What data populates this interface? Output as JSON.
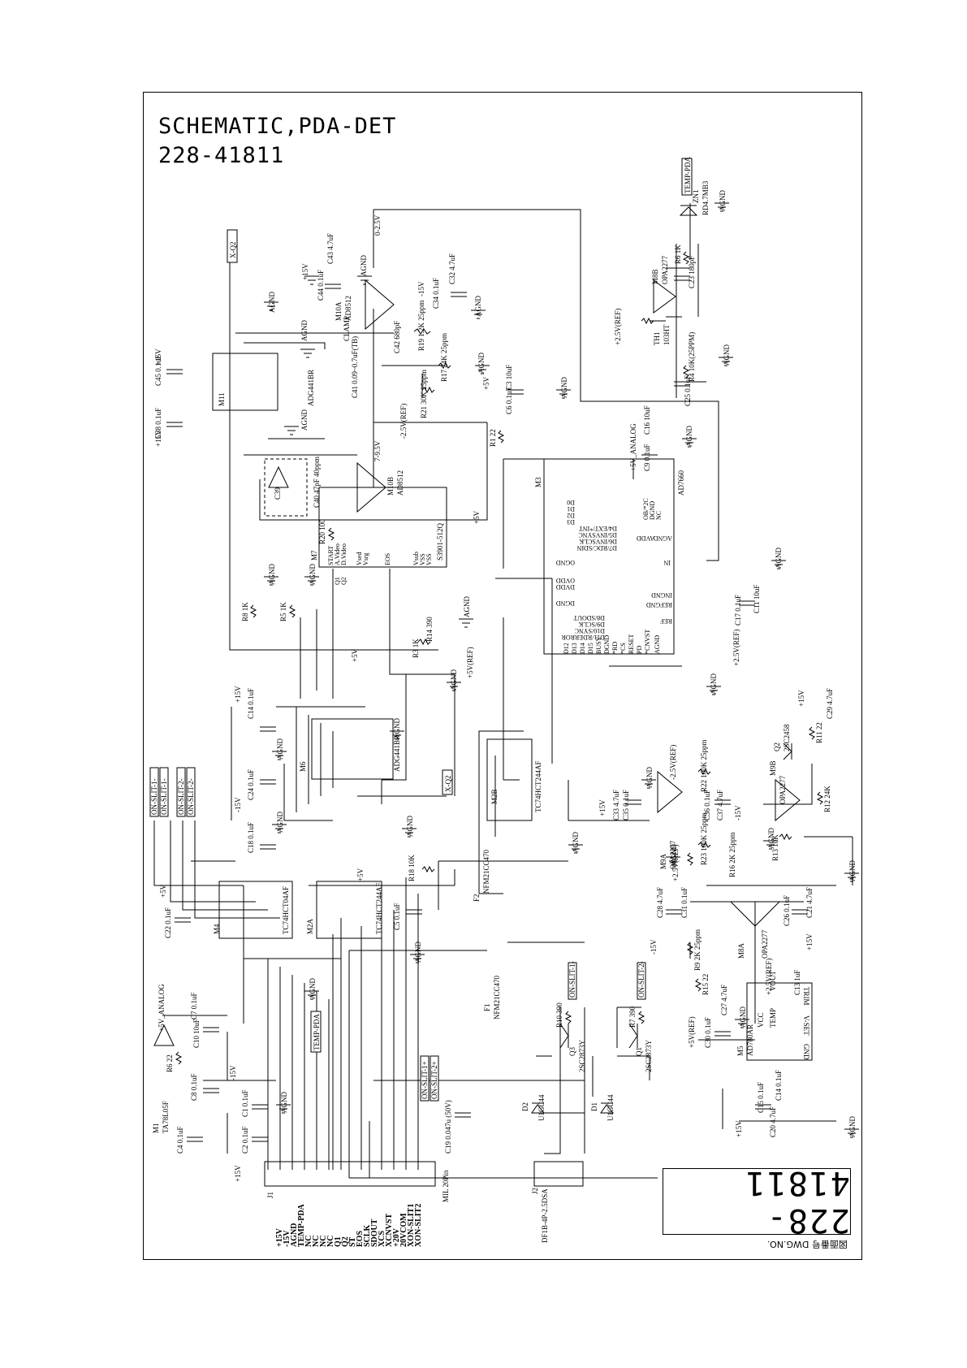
{
  "title": {
    "line1": "SCHEMATIC,PDA-DET",
    "line2": "228-41811"
  },
  "title_block": {
    "drawing_number": "228-41811",
    "label": "図面番号 DWG.NO."
  },
  "components": {
    "M11": {
      "ref": "M11",
      "part": "ADG441BR"
    },
    "M10": {
      "ref": "M10A",
      "part": "AD8512"
    },
    "M10B": {
      "ref": "M10B",
      "part": "AD8512"
    },
    "M7": {
      "ref": "M7",
      "part": "S3901-512Q"
    },
    "M6": {
      "ref": "M6",
      "part": "ADG441BR"
    },
    "M3": {
      "ref": "M3",
      "part": "AD7660"
    },
    "M2": {
      "ref": "M2B",
      "part": "TC74HCT244AF"
    },
    "M2A": {
      "ref": "M2A",
      "part": "TC74HCT244AF"
    },
    "M4": {
      "ref": "M4",
      "part": "TC74HCT04AF"
    },
    "M1": {
      "ref": "M1",
      "part": "TA78L05F"
    },
    "M5": {
      "ref": "M5",
      "part": "AD780AR"
    },
    "M8A": {
      "ref": "M8A",
      "part": "OPA2277"
    },
    "M8B": {
      "ref": "M8B",
      "part": "OPA2277"
    },
    "M9A": {
      "ref": "M9A",
      "part": "OPA2277"
    },
    "M9B": {
      "ref": "M9B",
      "part": "OPA2277"
    },
    "J1": {
      "ref": "J1",
      "part": "MIL 20Pin"
    },
    "J2": {
      "ref": "J2",
      "part": "DF1B-4P-2.5DSA"
    },
    "Q1": {
      "ref": "Q1",
      "part": "2SC2873Y"
    },
    "Q3": {
      "ref": "Q3",
      "part": "2SC2873Y"
    },
    "Q2": {
      "ref": "Q2",
      "part": "2SC2458"
    },
    "F1": {
      "ref": "F1",
      "part": "NFM21CC470"
    },
    "F2": {
      "ref": "F2",
      "part": "NFM21CC470"
    },
    "D1": {
      "ref": "D1",
      "part": "U1GC44"
    },
    "D2": {
      "ref": "D2",
      "part": "U1GC44"
    },
    "ZN1": {
      "ref": "ZN1",
      "part": "RD4.7MB3"
    },
    "TH1": {
      "ref": "TH1",
      "part": "103HT"
    }
  },
  "net_labels": {
    "xq2_top": "X-Q2",
    "xq2_mid": "X-Q2",
    "temp_pda_top": "TEMP-PDA",
    "temp_pda_bottom": "TEMP-PDA",
    "on_slit1_a": "ON-SLIT-1-",
    "on_slit1_b": "ON-SLIT-1-",
    "on_slit2_a": "ON-SLIT-2-",
    "on_slit2_b": "ON-SLIT-2-",
    "on_slit1_c": "ON-SLIT-1-",
    "on_slit2_c": "ON-SLIT-2-",
    "on_slit1_plus": "ON-SLIT-1+",
    "on_slit2_plus": "ON-SLIT-2+",
    "agnd": "AGND",
    "p15v": "+15V",
    "m15v": "-15V",
    "p5v": "+5V",
    "p5v_analog": "+5V_ANALOG",
    "p25v_ref": "+2.5V(REF)",
    "m25v_ref": "-2.5V(REF)",
    "p5v_ref": "+5V(REF)",
    "clamp": "CLAMP",
    "v0_2": "0-2.5V",
    "v7_9": "7-9.5V"
  },
  "j1_pins": [
    "+15V",
    "-15V",
    "AGND",
    "TEMP-PDA",
    "NC",
    "NC",
    "NC",
    "NC",
    "Q1",
    "Q2",
    "ST",
    "EOS",
    "SCLK",
    "SDOUT",
    "XCS",
    "XCNVST",
    "+20V",
    "20VCOM",
    "XON-SLIT1",
    "XON-SLIT2"
  ],
  "m3_pins_left": [
    "D3",
    "D2",
    "D1",
    "D0",
    "D4/EXT/*INT",
    "D5/INVSYNC",
    "D6/INVSCLK",
    "D7/RDC/SDIN",
    "OGND",
    "OVDD",
    "DVDD",
    "DGND",
    "D8/SDOUT",
    "D9/SCLK",
    "D10/SYNC",
    "D11/RDERROR"
  ],
  "m3_pins_bottom": [
    "D12",
    "D13",
    "D14",
    "D15",
    "BUSY",
    "DGND",
    "*RD",
    "*CS",
    "RESET",
    "PD",
    "*CNVST",
    "AGND"
  ],
  "m3_pins_right": [
    "OB/*2C",
    "DGND",
    "NC",
    "AVDD",
    "AGND",
    "IN",
    "INGND",
    "REFGND",
    "REF"
  ],
  "m7_pins": [
    "START",
    "A.Video",
    "D.Video",
    "Q1",
    "Q2",
    "Vsed",
    "Vsrg",
    "EOS",
    "Vsub",
    "VSS",
    "VSS"
  ],
  "values": {
    "c45": "C45 0.1uF",
    "c38": "C38 0.1uF",
    "c43": "C43 4.7uF",
    "c44": "C44 0.1uF",
    "c32": "C32 4.7uF",
    "c34": "C34 0.1uF",
    "c42": "C42 680pF",
    "c41": "C41 0.09~0.7uF(TB)",
    "r19": "R19 1.2K 25ppm",
    "r17": "R17 24K 25ppm",
    "r21": "R21 30K 25ppm",
    "c39": "C39",
    "c40": "C40 47pF 40ppm",
    "r20": "R20 100",
    "r8": "R8 1K",
    "r5": "R5 1K",
    "r14": "R14 390",
    "r3": "R3 1K",
    "c3": "C3 10uF",
    "c6": "C6 0.1uF",
    "r1": "R1 22",
    "c16": "C16 10uF",
    "c9": "C9 0.1uF",
    "c17": "C17 0.1uF",
    "c11": "C11 10uF",
    "c14": "C14 0.1uF",
    "c24": "C24 0.1uF",
    "c18": "C18 0.1uF",
    "c22": "C22 0.1uF",
    "r18": "R18 10K",
    "c5": "C5 0.1uF",
    "c7": "C7 0.1uF",
    "c10": "C10 10uF",
    "r6a": "R6 22",
    "c8": "C8 0.1uF",
    "c1": "C1 0.1uF",
    "c4": "C4 0.1uF",
    "c2": "C2 0.1uF",
    "c19": "C19 0.047u (50V)",
    "r10": "R10 390",
    "r7": "R7 390",
    "c33": "C33 4.7uF",
    "c35": "C35 0.1uF",
    "r22": "R22 100K 25ppm",
    "c36": "C36 0.1uF",
    "c37": "C37 4.7uF",
    "r23": "R23 100K 25ppm",
    "r16": "R16 2K 25ppm",
    "r13": "R13 10K",
    "r12": "R12 24K",
    "r11": "R11 22",
    "c29": "C29 4.7uF",
    "c28": "C28 4.7uF",
    "c31": "C31 0.1uF",
    "c26": "C26 0.1uF",
    "c21": "C21 4.7uF",
    "r9": "R9 2K 25ppm",
    "r15": "R15 22",
    "c27": "C27 4.7uF",
    "c30": "C30 0.1uF",
    "c13": "C13 1uF",
    "c14b": "C14 0.1uF",
    "c15": "C15 0.1uF",
    "c20": "C20 4.7uF",
    "r6": "R6 1K",
    "c23": "C23 180pF",
    "r4": "R4 10K(25PPM)",
    "c25": "C25 0.1uF",
    "th1": "TH1 103HT",
    "vout": "VOUT",
    "temp": "TEMP",
    "trim": "TRIM",
    "vset": "V-SET",
    "vcc": "VCC",
    "gnd": "GND"
  }
}
